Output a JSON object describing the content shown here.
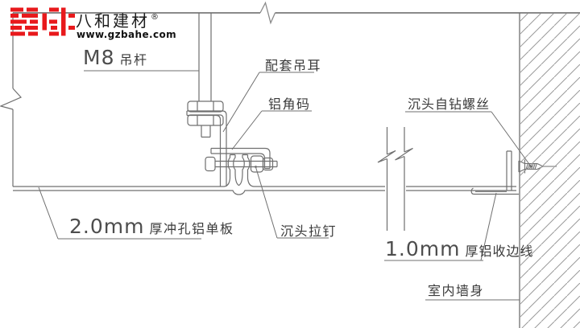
{
  "page": {
    "background": "#ffffff",
    "accent_red": "#e8191c",
    "line_color": "#6f6f6f",
    "description": "铝单板吊顶节点大样图"
  },
  "logo": {
    "company": "八和建材",
    "registered_mark": "®",
    "website": "www.gzbahe.com"
  },
  "labels": {
    "hanger_rod": {
      "value": "M8",
      "name": "吊杆"
    },
    "hanging_ear": "配套吊耳",
    "aluminum_angle": "铝角码",
    "countersunk_rivet": "沉头拉钉",
    "self_drilling_screw": "沉头自钻螺丝",
    "panel": {
      "value": "2.0mm",
      "name": "厚冲孔铝单板"
    },
    "edge_trim": {
      "value": "1.0mm",
      "name": "厚铝收边线"
    },
    "interior_wall": "室内墙身"
  }
}
